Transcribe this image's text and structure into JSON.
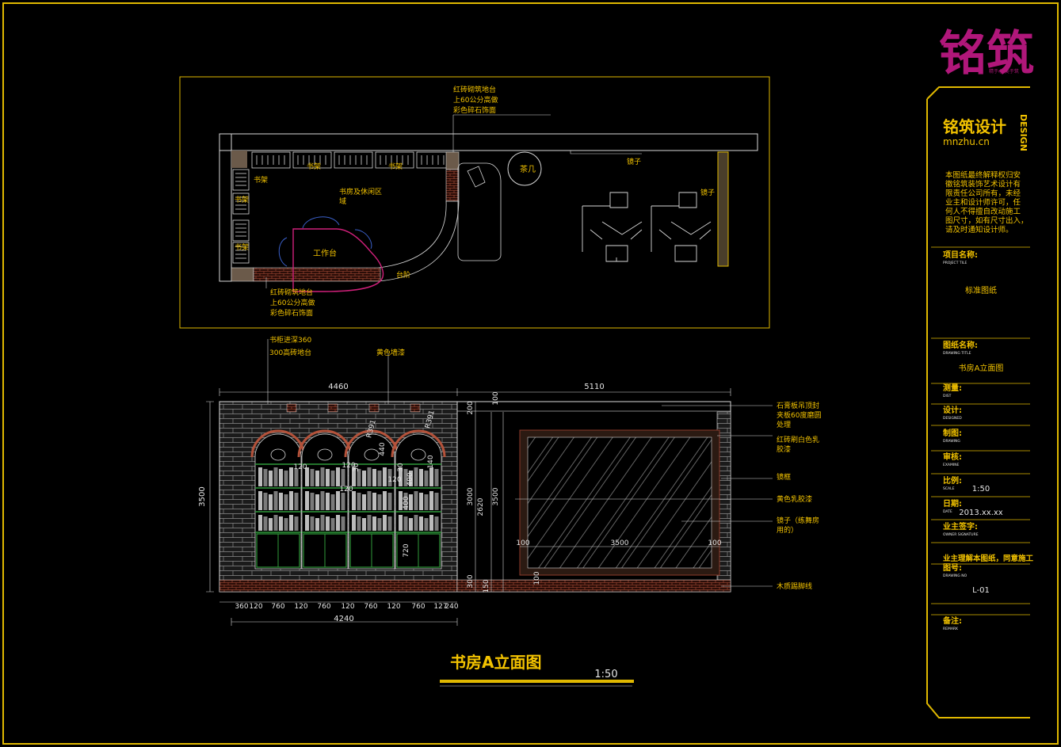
{
  "brand": {
    "logo_text": "铭筑",
    "logo_sub": "精于心 美于筑",
    "company": "铭筑设计",
    "design_word": "DESIGN",
    "site": "mnzhu.cn",
    "notice": [
      "本图纸最终解释权归安",
      "徽铭筑装饰艺术设计有",
      "限责任公司所有，未经",
      "业主和设计师许可，任",
      "何人不得擅自改动施工",
      "图尺寸，如有尺寸出入，",
      "请及时通知设计师。"
    ]
  },
  "title_block": {
    "project_label": "项目名称:",
    "project_sub": "PROJECT TILE",
    "project_value": "标准图纸",
    "drawing_label": "图纸名称:",
    "drawing_sub": "DRAWING TITLE",
    "drawing_value": "书房A立面图",
    "check_label": "测量:",
    "check_sub": "DIST",
    "design_label": "设计:",
    "design_sub": "DESIGNED",
    "draw_label": "制图:",
    "draw_sub": "DRAWING",
    "review_label": "审核:",
    "review_sub": "EXAMINE",
    "scale_label": "比例:",
    "scale_sub": "SCALE",
    "scale_value": "1:50",
    "date_label": "日期:",
    "date_sub": "DATE",
    "date_value": "2013.xx.xx",
    "owner_label": "业主签字:",
    "owner_sub": "OWNER SIGNATURE",
    "owner_note": "业主理解本图纸，同意施工",
    "no_label": "图号:",
    "no_sub": "DRAWING NO",
    "no_value": "L-01",
    "remark_label": "备注:",
    "remark_sub": "REMARK"
  },
  "plan": {
    "note_top": [
      "红砖砌筑地台",
      "上60公分高做",
      "彩色碎石饰面"
    ],
    "note_bottom": [
      "红砖砌筑地台",
      "上60公分高做",
      "彩色碎石饰面"
    ],
    "labels": {
      "shelf1": "书架",
      "shelf2": "书架",
      "shelf3": "书架",
      "shelf4": "书架",
      "shelf5": "书架",
      "zone": "书房及休闲区",
      "zone2": "域",
      "desk": "工作台",
      "step": "台阶",
      "tea": "茶几",
      "mirror_top": "镜子",
      "mirror_right": "镜子"
    }
  },
  "elevation": {
    "top_notes": [
      "书柜进深360",
      "300高砖地台",
      "黄色墙漆"
    ],
    "dims_top": [
      "4460",
      "5110"
    ],
    "dims_left": [
      "3500"
    ],
    "dims_small": [
      "200",
      "100",
      "3000",
      "2620",
      "3500",
      "300",
      "150",
      "100",
      "R391",
      "R391",
      "440",
      "30",
      "30",
      "400",
      "400",
      "720",
      "140",
      "120",
      "120",
      "120",
      "120",
      "100",
      "3500",
      "100"
    ],
    "dims_bottom": [
      "360",
      "120",
      "760",
      "120",
      "760",
      "120",
      "760",
      "120",
      "760",
      "127",
      "240"
    ],
    "dim_total": "4240",
    "right_notes": [
      [
        "石膏板吊顶封",
        "夹板60度磨圆",
        "处理"
      ],
      [
        "红砖刷白色乳",
        "胶漆"
      ],
      [
        "镜框"
      ],
      [
        "黄色乳胶漆"
      ],
      [
        "镜子（练舞房",
        "用的）"
      ],
      [
        "木质踢脚线"
      ]
    ]
  },
  "drawing_title": "书房A立面图",
  "drawing_scale": "1:50"
}
